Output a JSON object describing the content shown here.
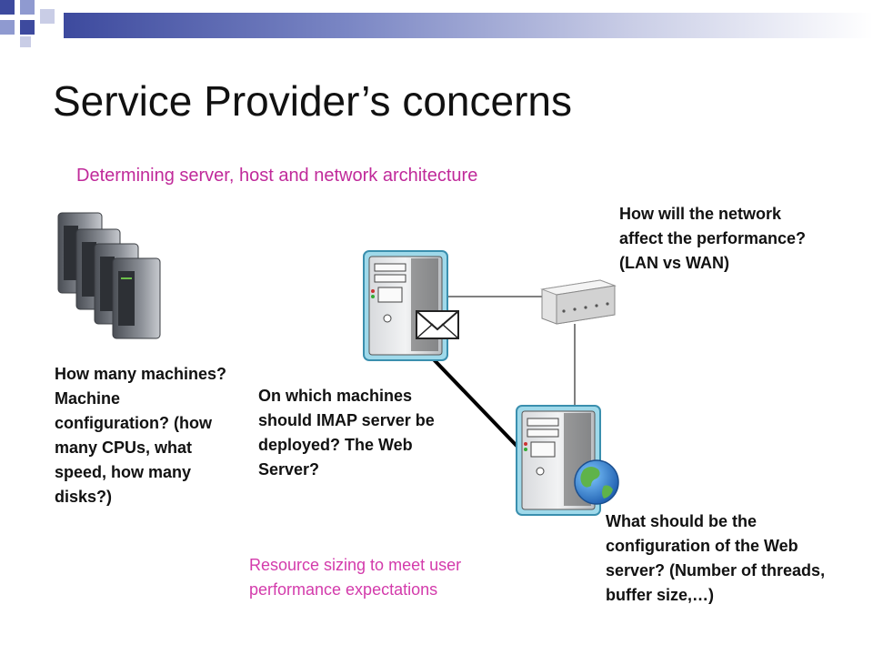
{
  "slide": {
    "title": "Service Provider’s concerns",
    "subtitle": "Determining server, host and network architecture"
  },
  "notes": {
    "machines": "How many machines? Machine configuration? (how many CPUs, what speed, how many disks?)",
    "imap": "On which machines should IMAP server be deployed? The Web Server?",
    "network": "How will the network affect the performance? (LAN vs WAN)",
    "webserver": "What should be the configuration of the Web server? (Number of threads, buffer size,…)",
    "sizing": "Resource sizing to meet user performance expectations"
  },
  "icons": [
    "server-cluster-icon",
    "mail-server-icon",
    "envelope-icon",
    "network-hub-icon",
    "web-server-icon",
    "globe-icon"
  ],
  "colors": {
    "title": "#111111",
    "subtitle": "#c02a9a",
    "sizing_text": "#d33bab",
    "accent_dark": "#3d4a9e",
    "accent_light": "#8f9ad0"
  }
}
